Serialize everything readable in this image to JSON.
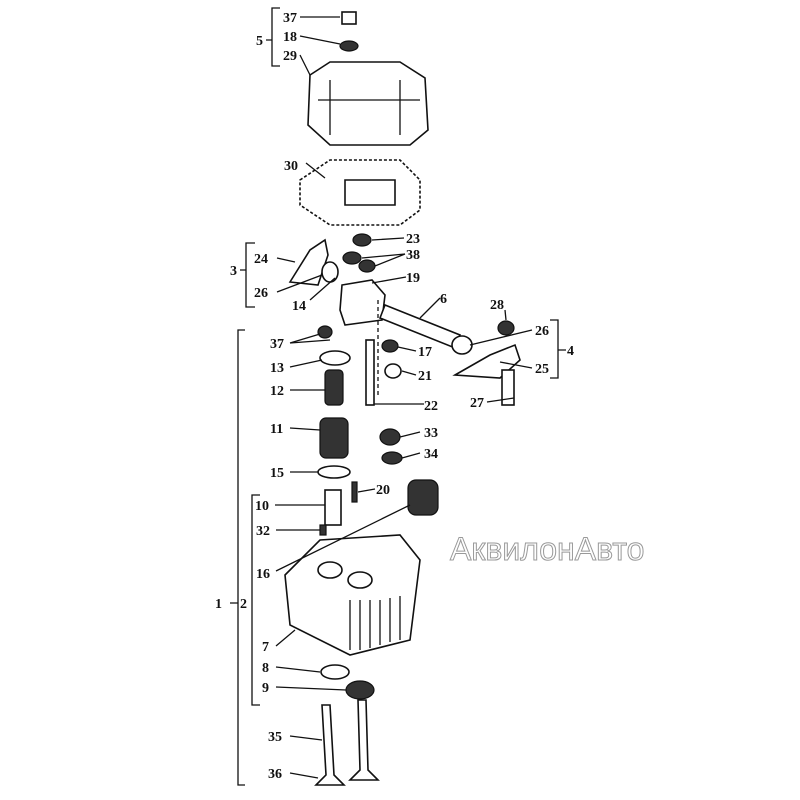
{
  "watermark": "АквилонАвто",
  "labels": [
    "37",
    "18",
    "29",
    "5",
    "30",
    "23",
    "38",
    "24",
    "3",
    "19",
    "26",
    "14",
    "6",
    "28",
    "26",
    "4",
    "37",
    "17",
    "13",
    "21",
    "25",
    "12",
    "22",
    "27",
    "11",
    "33",
    "34",
    "15",
    "10",
    "20",
    "32",
    "16",
    "1",
    "2",
    "7",
    "8",
    "9",
    "35",
    "36"
  ]
}
